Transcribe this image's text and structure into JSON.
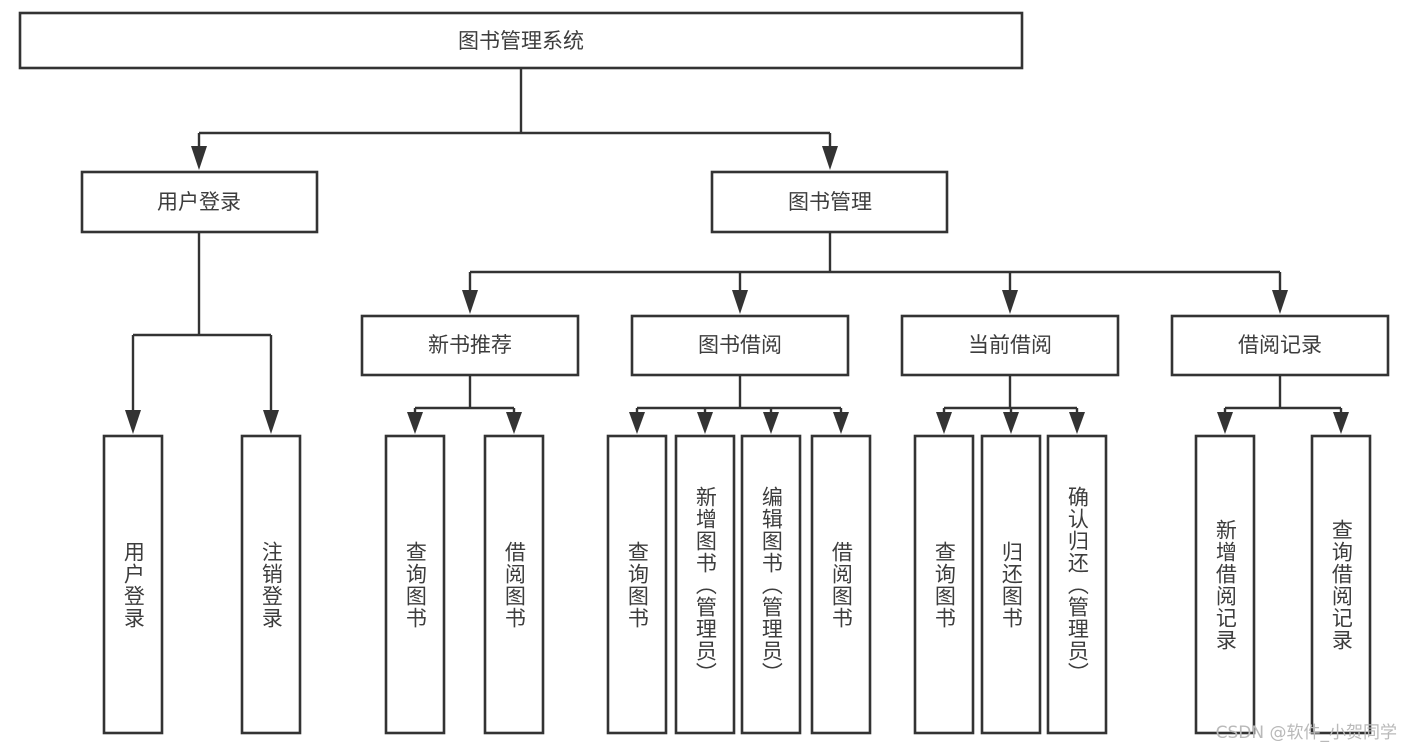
{
  "diagram": {
    "title": "图书管理系统",
    "type": "tree",
    "root": {
      "id": "root",
      "label": "图书管理系统"
    },
    "level1": [
      {
        "id": "user-login",
        "label": "用户登录"
      },
      {
        "id": "book-manage",
        "label": "图书管理"
      }
    ],
    "level2": [
      {
        "id": "new-book-recommend",
        "label": "新书推荐",
        "parent": "book-manage"
      },
      {
        "id": "book-borrow",
        "label": "图书借阅",
        "parent": "book-manage"
      },
      {
        "id": "current-borrow",
        "label": "当前借阅",
        "parent": "book-manage"
      },
      {
        "id": "borrow-record",
        "label": "借阅记录",
        "parent": "book-manage"
      }
    ],
    "leaves": {
      "user-login": [
        {
          "id": "leaf-user-login",
          "label": "用户登录"
        },
        {
          "id": "leaf-logout-login",
          "label": "注销登录"
        }
      ],
      "new-book-recommend": [
        {
          "id": "leaf-query-book-1",
          "label": "查询图书"
        },
        {
          "id": "leaf-borrow-book-1",
          "label": "借阅图书"
        }
      ],
      "book-borrow": [
        {
          "id": "leaf-query-book-2",
          "label": "查询图书"
        },
        {
          "id": "leaf-add-book",
          "label": "新增图书（管理员）"
        },
        {
          "id": "leaf-edit-book",
          "label": "编辑图书（管理员）"
        },
        {
          "id": "leaf-borrow-book-2",
          "label": "借阅图书"
        }
      ],
      "current-borrow": [
        {
          "id": "leaf-query-book-3",
          "label": "查询图书"
        },
        {
          "id": "leaf-return-book",
          "label": "归还图书"
        },
        {
          "id": "leaf-confirm-return",
          "label": "确认归还（管理员）"
        }
      ],
      "borrow-record": [
        {
          "id": "leaf-add-record",
          "label": "新增借阅记录"
        },
        {
          "id": "leaf-query-record",
          "label": "查询借阅记录"
        }
      ]
    }
  },
  "watermark": {
    "text": "CSDN @软件_小贺同学"
  },
  "colors": {
    "background": "#ffffff",
    "box_fill": "#ffffff",
    "box_stroke": "#333333",
    "text": "#3d3d3d",
    "watermark": "#b9b9b9"
  }
}
